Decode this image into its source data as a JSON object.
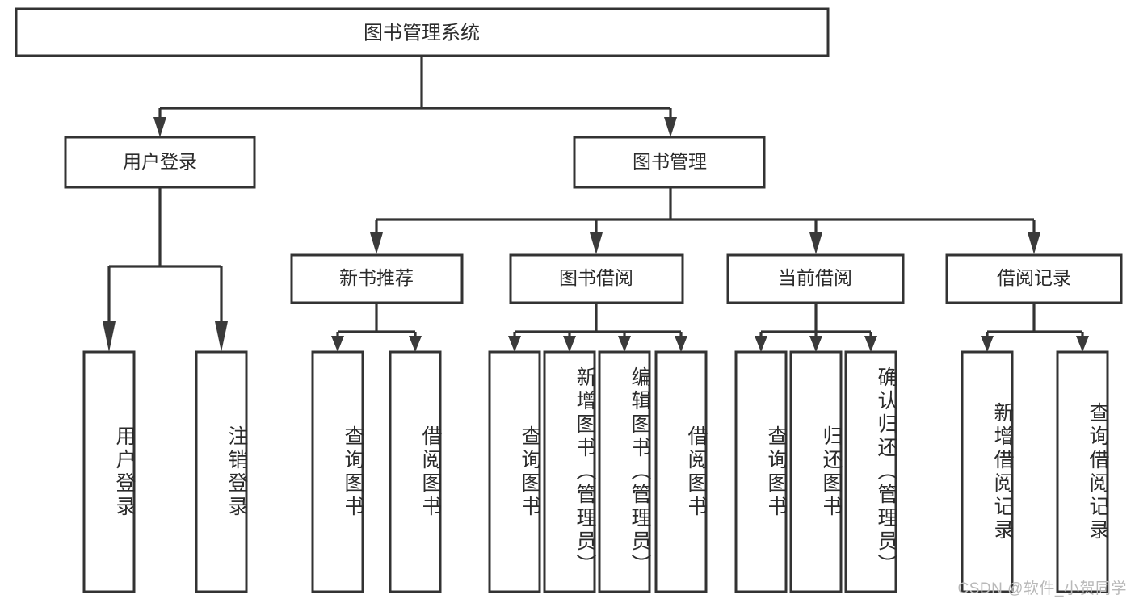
{
  "diagram": {
    "type": "hierarchy-tree",
    "title": "图书管理系统",
    "orientation": "top-down",
    "levels": 3,
    "root": {
      "label": "图书管理系统",
      "id": "root-library-management-system"
    },
    "level1": [
      {
        "id": "user-login",
        "label": "用户登录"
      },
      {
        "id": "book-management",
        "label": "图书管理"
      }
    ],
    "level2": [
      {
        "id": "new-book-recommend",
        "label": "新书推荐",
        "parent": "book-management"
      },
      {
        "id": "book-borrow",
        "label": "图书借阅",
        "parent": "book-management"
      },
      {
        "id": "current-borrow",
        "label": "当前借阅",
        "parent": "book-management"
      },
      {
        "id": "borrow-record",
        "label": "借阅记录",
        "parent": "book-management"
      }
    ],
    "leaves": {
      "user-login": [
        {
          "id": "leaf-user-login",
          "label": "用户登录"
        },
        {
          "id": "leaf-logout-login",
          "label": "注销登录"
        }
      ],
      "new-book-recommend": [
        {
          "id": "leaf-query-book-1",
          "label": "查询图书"
        },
        {
          "id": "leaf-borrow-book-1",
          "label": "借阅图书"
        }
      ],
      "book-borrow": [
        {
          "id": "leaf-query-book-2",
          "label": "查询图书"
        },
        {
          "id": "leaf-add-book-admin",
          "label": "新增图书（管理员）"
        },
        {
          "id": "leaf-edit-book-admin",
          "label": "编辑图书（管理员）"
        },
        {
          "id": "leaf-borrow-book-2",
          "label": "借阅图书"
        }
      ],
      "current-borrow": [
        {
          "id": "leaf-query-book-3",
          "label": "查询图书"
        },
        {
          "id": "leaf-return-book",
          "label": "归还图书"
        },
        {
          "id": "leaf-confirm-return-admin",
          "label": "确认归还（管理员）"
        }
      ],
      "borrow-record": [
        {
          "id": "leaf-add-borrow-record",
          "label": "新增借阅记录"
        },
        {
          "id": "leaf-query-borrow-record",
          "label": "查询借阅记录"
        }
      ]
    }
  },
  "watermark": {
    "text": "CSDN @软件_小贺同学"
  },
  "colors": {
    "box_stroke": "#333333",
    "box_fill": "#ffffff",
    "text": "#2b2b2b",
    "connector": "#333333",
    "watermark": "#b9b9b9",
    "background": "#ffffff"
  }
}
